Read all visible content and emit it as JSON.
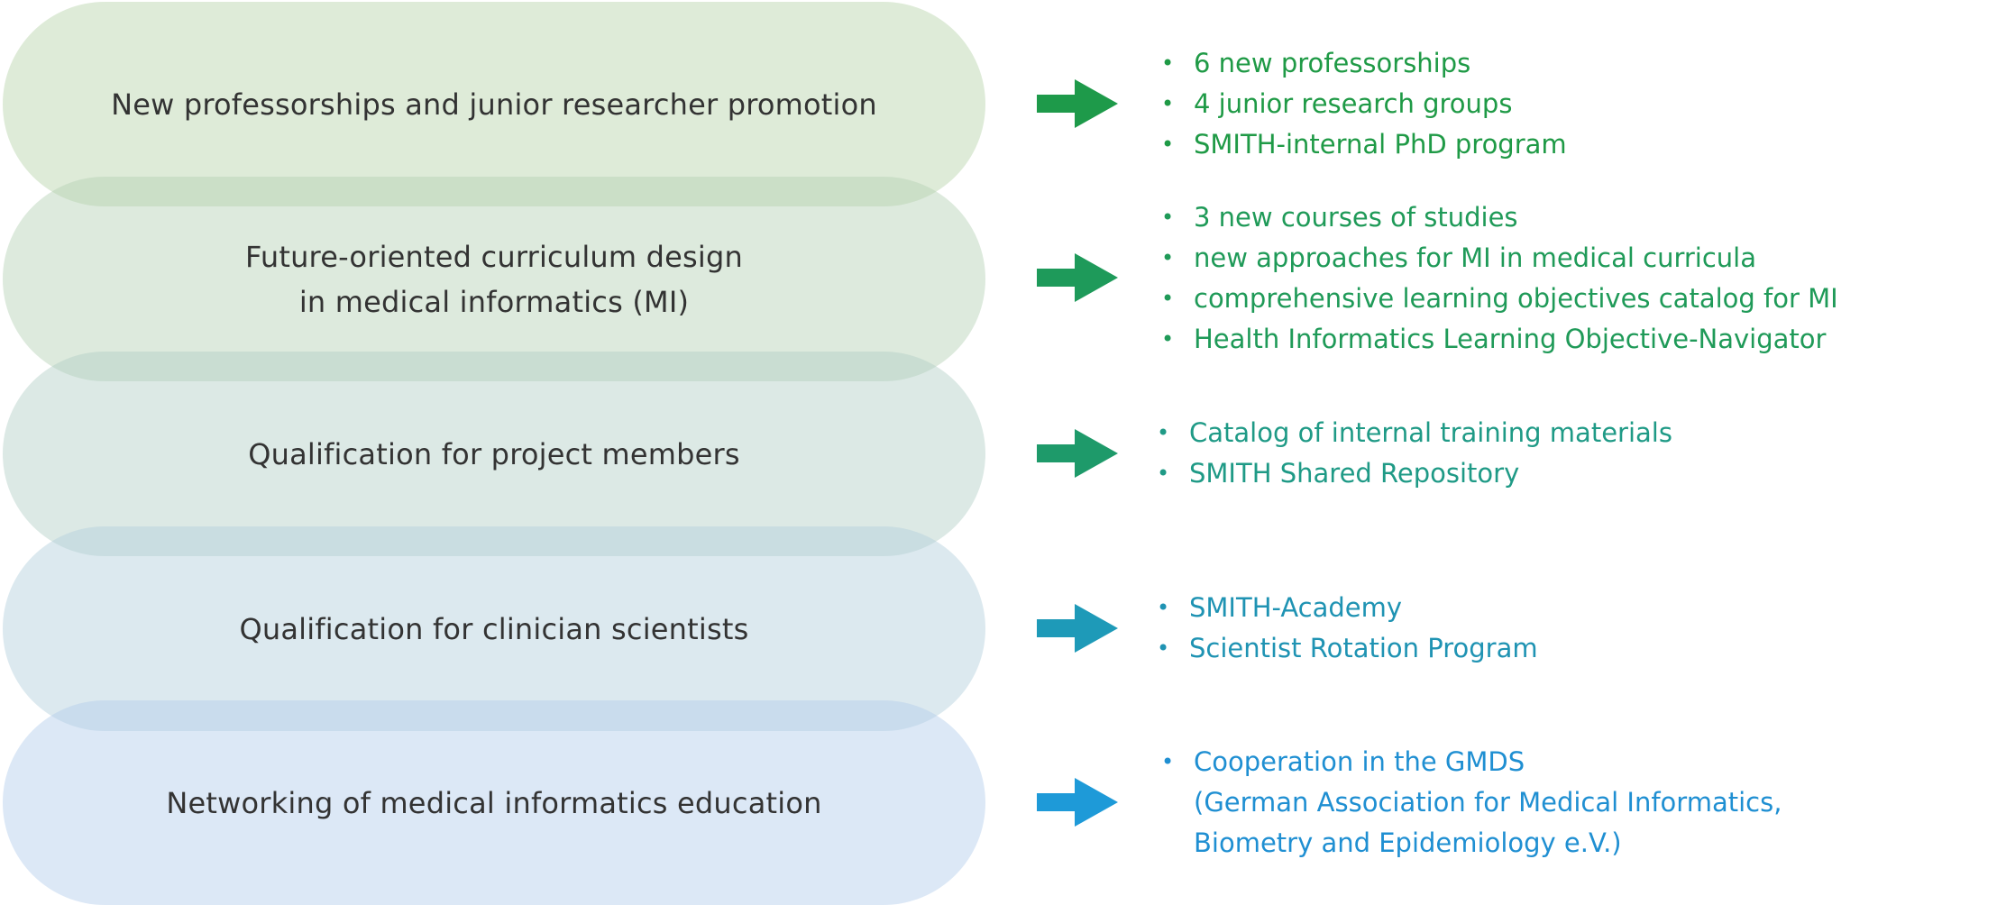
{
  "rows": [
    {
      "label": "New professorships and junior researcher promotion",
      "pill_color": "#b6d3a9",
      "text_color": "#1f9a46",
      "arrow_color": "#1e9a4a",
      "items": [
        "6 new professorships",
        "4 junior research groups",
        "SMITH-internal PhD program"
      ]
    },
    {
      "label": "Future-oriented curriculum design\nin medical informatics (MI)",
      "pill_color": "#b3d0b3",
      "text_color": "#1f9a58",
      "arrow_color": "#1e9a5a",
      "items": [
        "3 new courses of studies",
        "new approaches for MI in medical curricula",
        "comprehensive learning objectives catalog for MI",
        "Health Informatics Learning Objective-Navigator"
      ]
    },
    {
      "label": "Qualification for project members",
      "pill_color": "#b1cfc6",
      "text_color": "#1f9a86",
      "arrow_color": "#1e9a6a",
      "items": [
        "Catalog of internal training materials",
        "SMITH Shared Repository"
      ]
    },
    {
      "label": "Qualification for clinician scientists",
      "pill_color": "#b1cedb",
      "text_color": "#1f93b3",
      "arrow_color": "#1e9ab8",
      "items": [
        "SMITH-Academy",
        "Scientist Rotation Program"
      ]
    },
    {
      "label": "Networking of medical informatics education",
      "pill_color": "#b2cdeb",
      "text_color": "#1f8fd2",
      "arrow_color": "#1e9ad8",
      "items": [
        "Cooperation in the GMDS\n(German Association for Medical Informatics,\nBiometry and Epidemiology e.V.)"
      ]
    }
  ]
}
